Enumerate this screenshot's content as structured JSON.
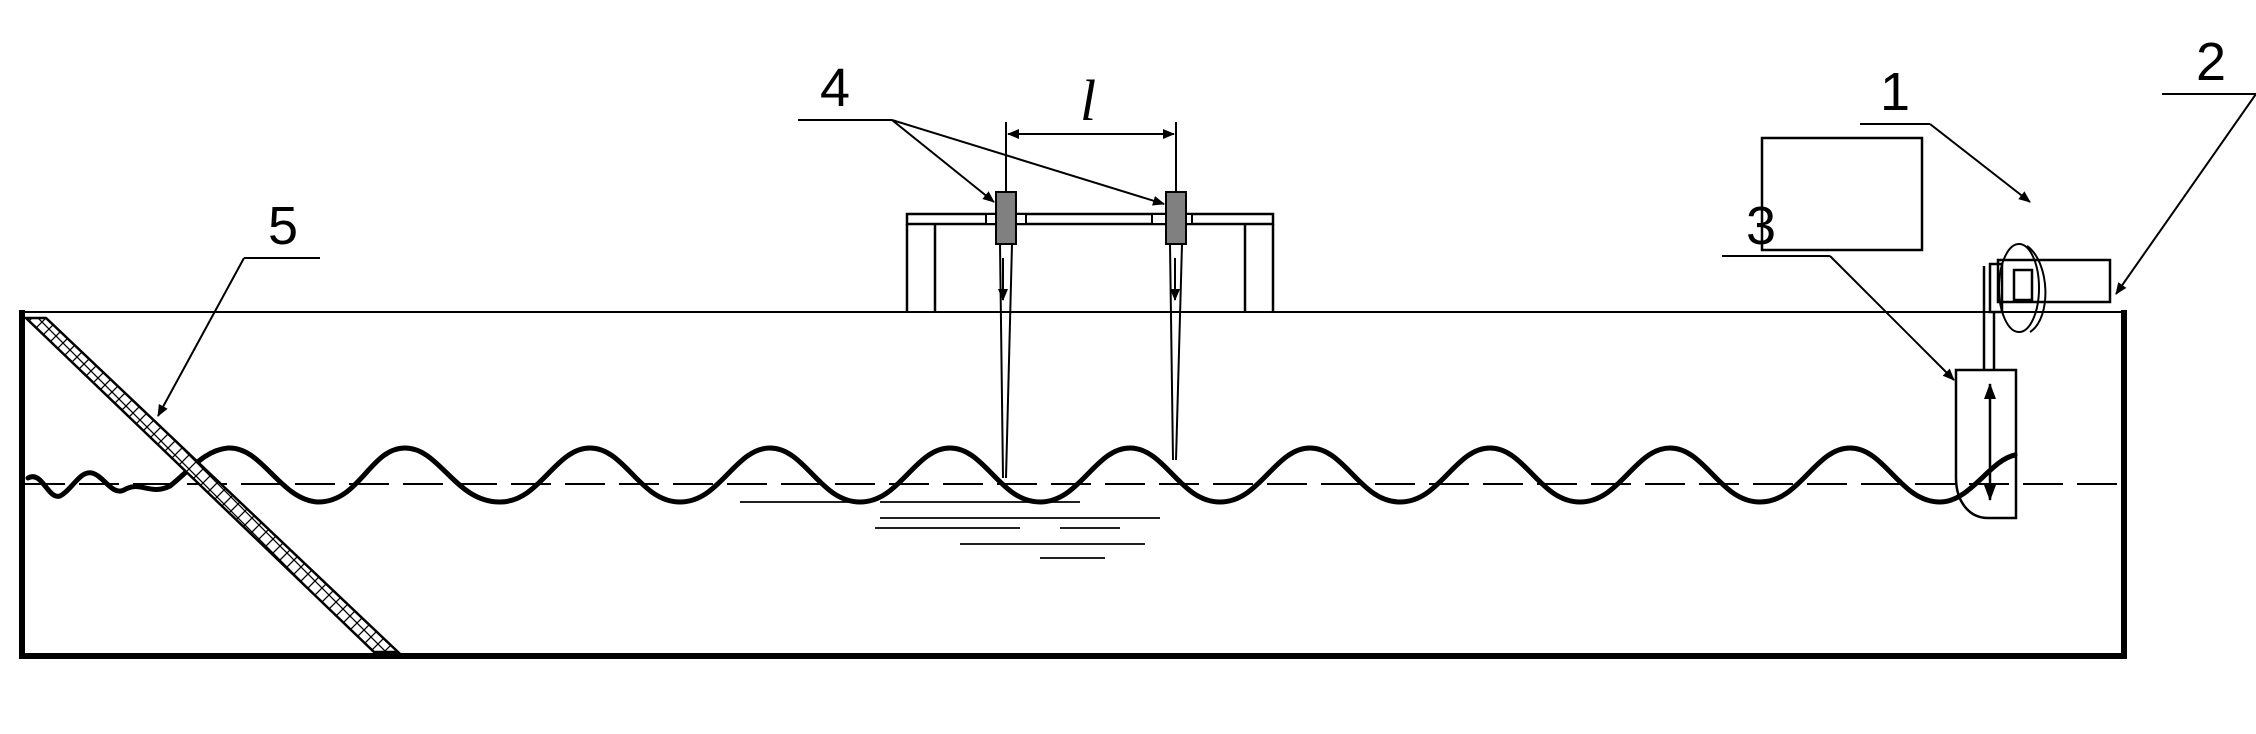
{
  "labels": {
    "motor": "1",
    "crank": "2",
    "wavemaker": "3",
    "probes": "4",
    "absorber": "5",
    "spacing": "l"
  },
  "colors": {
    "line": "#000000",
    "probe_body": "#808080",
    "background": "#ffffff"
  }
}
